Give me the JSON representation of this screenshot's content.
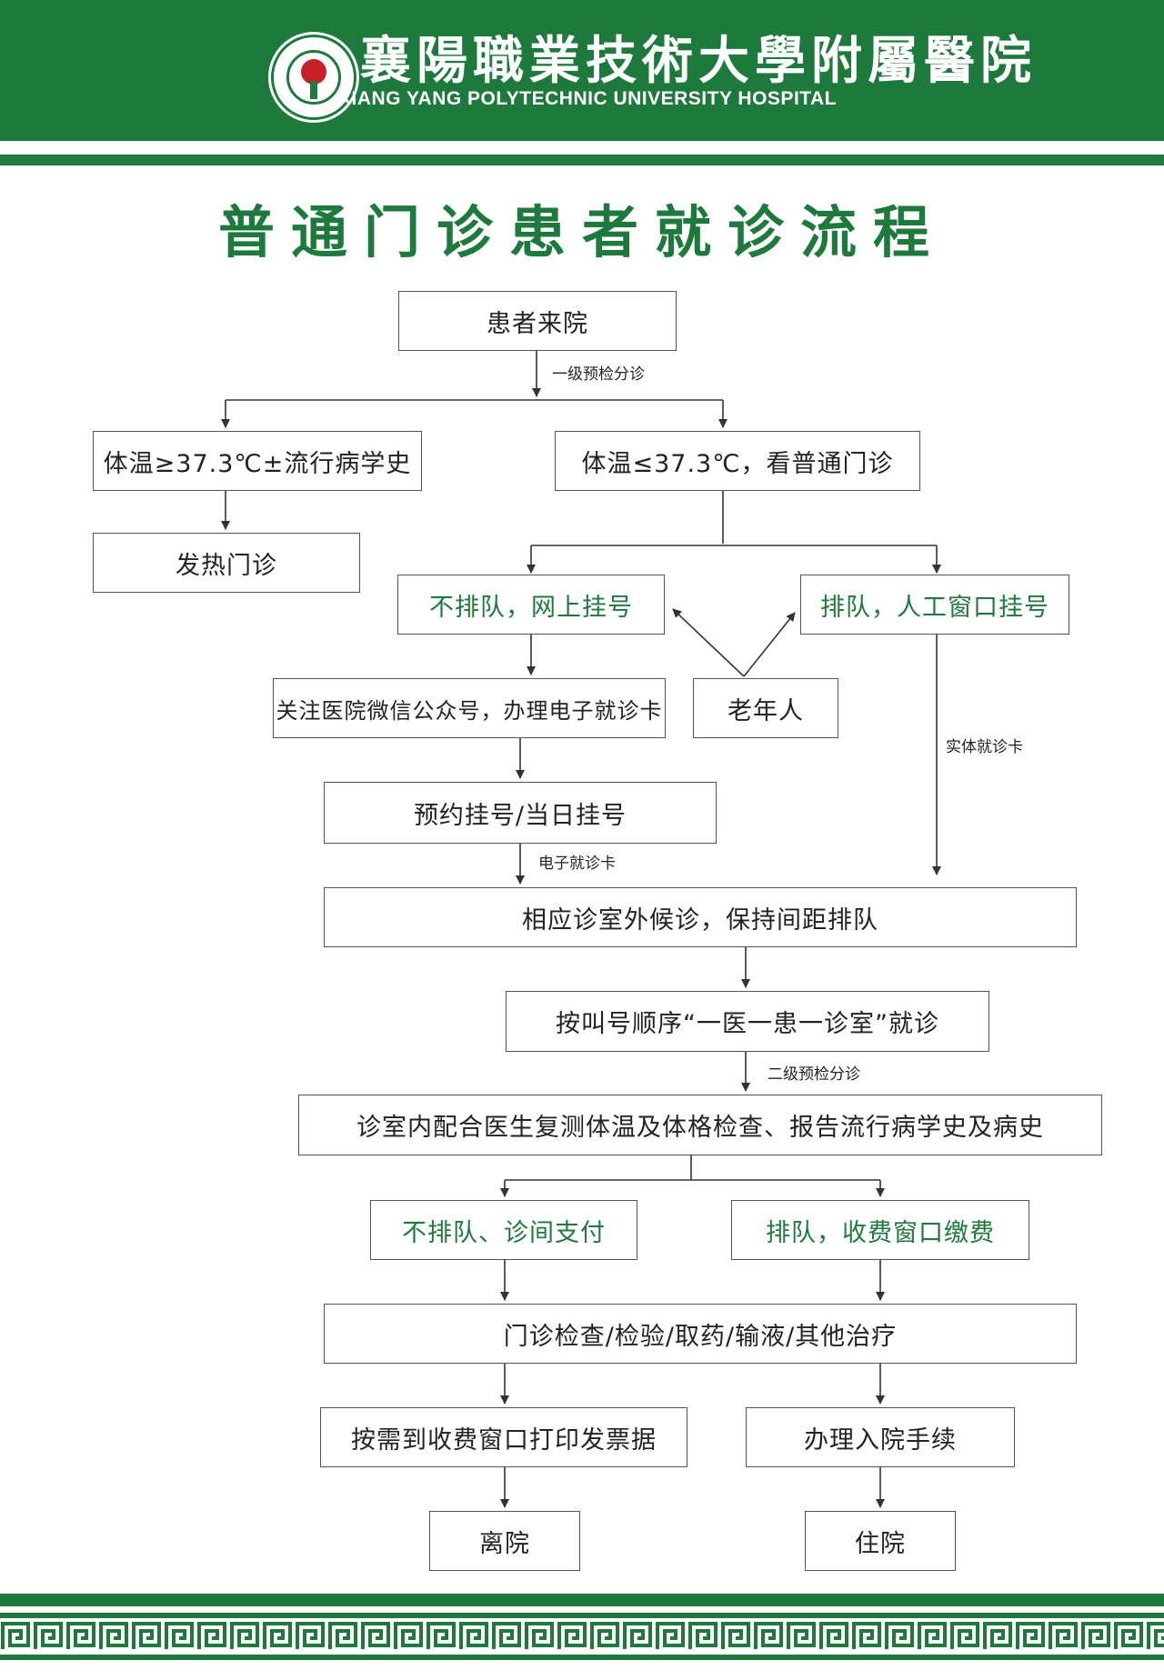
{
  "colors": {
    "brand_green": "#1e7a3c",
    "logo_red": "#c8202a"
  },
  "header": {
    "hospital_name_cn": "襄陽職業技術大學附屬醫院",
    "hospital_name_en": "XIANG YANG POLYTECHNIC UNIVERSITY HOSPITAL"
  },
  "title": "普通门诊患者就诊流程",
  "nodes": {
    "arrive": "患者来院",
    "fever_check": "体温≥37.3℃±流行病学史",
    "normal_check": "体温≤37.3℃，看普通门诊",
    "fever_clinic": "发热门诊",
    "online_reg": "不排队，网上挂号",
    "window_reg": "排队，人工窗口挂号",
    "wechat": "关注医院微信公众号，办理电子就诊卡",
    "elderly": "老年人",
    "appointment": "预约挂号/当日挂号",
    "waiting": "相应诊室外候诊，保持间距排队",
    "call_order": "按叫号顺序“一医一患一诊室”就诊",
    "in_room": "诊室内配合医生复测体温及体格检查、报告流行病学史及病史",
    "pay_in_room": "不排队、诊间支付",
    "pay_window": "排队，收费窗口缴费",
    "treatment": "门诊检查/检验/取药/输液/其他治疗",
    "invoice": "按需到收费窗口打印发票据",
    "admission": "办理入院手续",
    "leave": "离院",
    "hospitalized": "住院"
  },
  "edge_labels": {
    "triage1": "一级预检分诊",
    "physical_card": "实体就诊卡",
    "e_card": "电子就诊卡",
    "triage2": "二级预检分诊"
  }
}
